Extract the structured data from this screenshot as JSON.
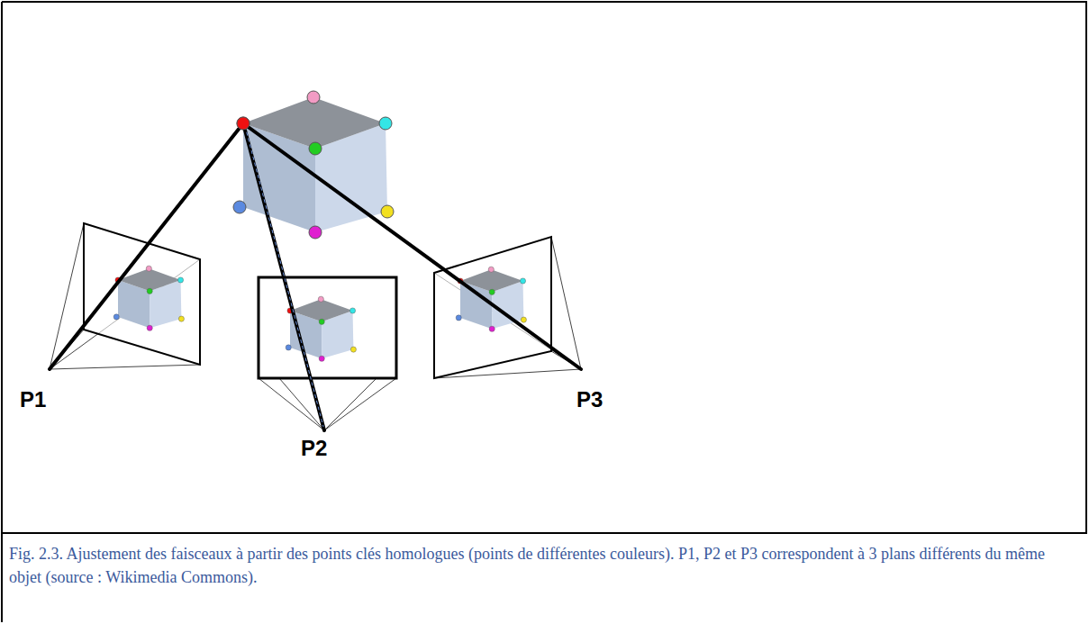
{
  "diagram": {
    "caption": "Fig. 2.3. Ajustement des faisceaux à partir des points clés homologues (points de différentes couleurs). P1, P2 et P3 correspondent à 3 plans différents du même objet (source : Wikimedia Commons).",
    "labels": [
      "P1",
      "P2",
      "P3"
    ]
  }
}
